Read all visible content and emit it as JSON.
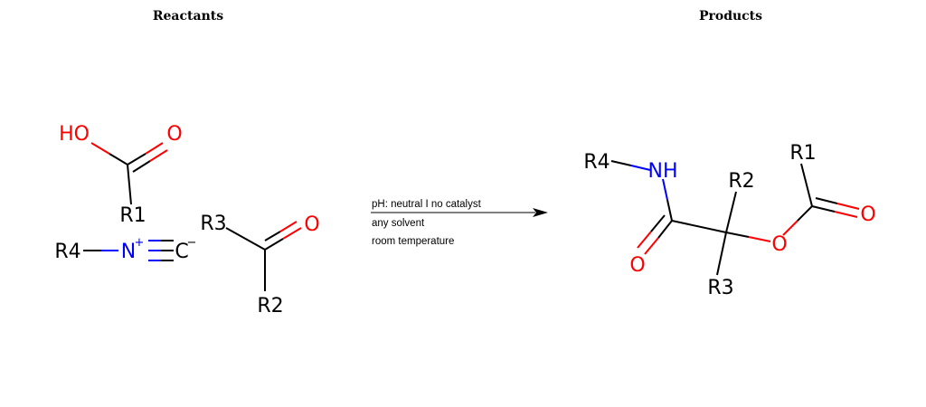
{
  "headers": {
    "reactants": "Reactants",
    "products": "Products"
  },
  "conditions": [
    "pH: neutral I no catalyst",
    "any solvent",
    "room temperature"
  ],
  "reactants": {
    "acid": {
      "hydroxyl": "HO",
      "carbonyl_o": "O",
      "r_group": "R1"
    },
    "isocyanide": {
      "r_group": "R4",
      "nitrogen": "N",
      "n_charge": "+",
      "carbon": "C",
      "c_charge": "−"
    },
    "carbonyl": {
      "r_group_top": "R3",
      "carbonyl_o": "O",
      "r_group_bottom": "R2"
    }
  },
  "product": {
    "r4": "R4",
    "nh": "NH",
    "amide_o": "O",
    "r2": "R2",
    "r3": "R3",
    "ester_o": "O",
    "ester_carbonyl_o": "O",
    "r1": "R1"
  },
  "colors": {
    "carbon": "#000000",
    "oxygen": "#ff0000",
    "nitrogen": "#0000ff"
  }
}
